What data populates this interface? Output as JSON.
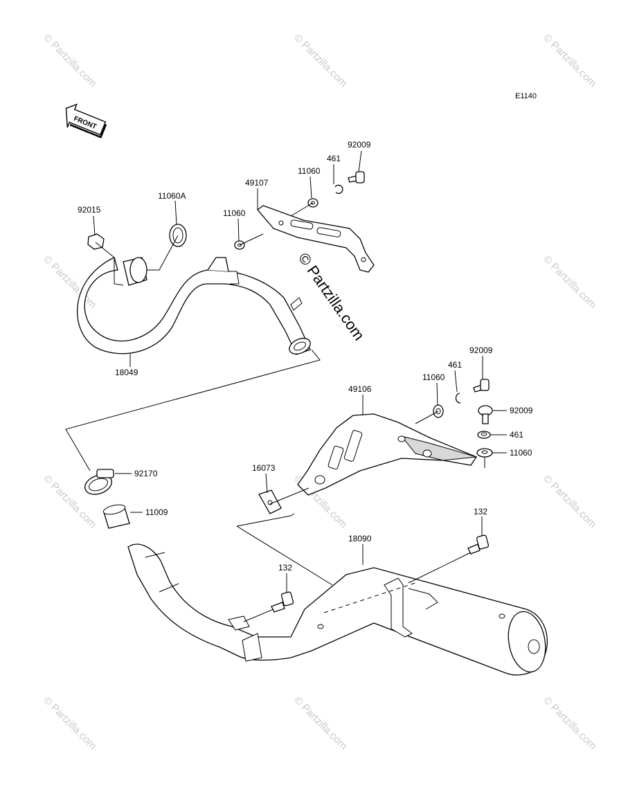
{
  "diagram": {
    "code": "E1140",
    "front_label": "FRONT",
    "watermark_main": "© Partzilla.com",
    "watermark_tile": "© Partzilla.com",
    "labels": {
      "p92009_top": "92009",
      "p461_top": "461",
      "p11060_top": "11060",
      "p49107": "49107",
      "p11060_mid": "11060",
      "p11060A": "11060A",
      "p92015": "92015",
      "p18049": "18049",
      "p92009_r1": "92009",
      "p461_r1": "461",
      "p11060_r1": "11060",
      "p49106": "49106",
      "p92009_r2": "92009",
      "p461_r2": "461",
      "p11060_r2": "11060",
      "p92170": "92170",
      "p16073": "16073",
      "p11009": "11009",
      "p132_right": "132",
      "p18090": "18090",
      "p132_left": "132"
    }
  }
}
